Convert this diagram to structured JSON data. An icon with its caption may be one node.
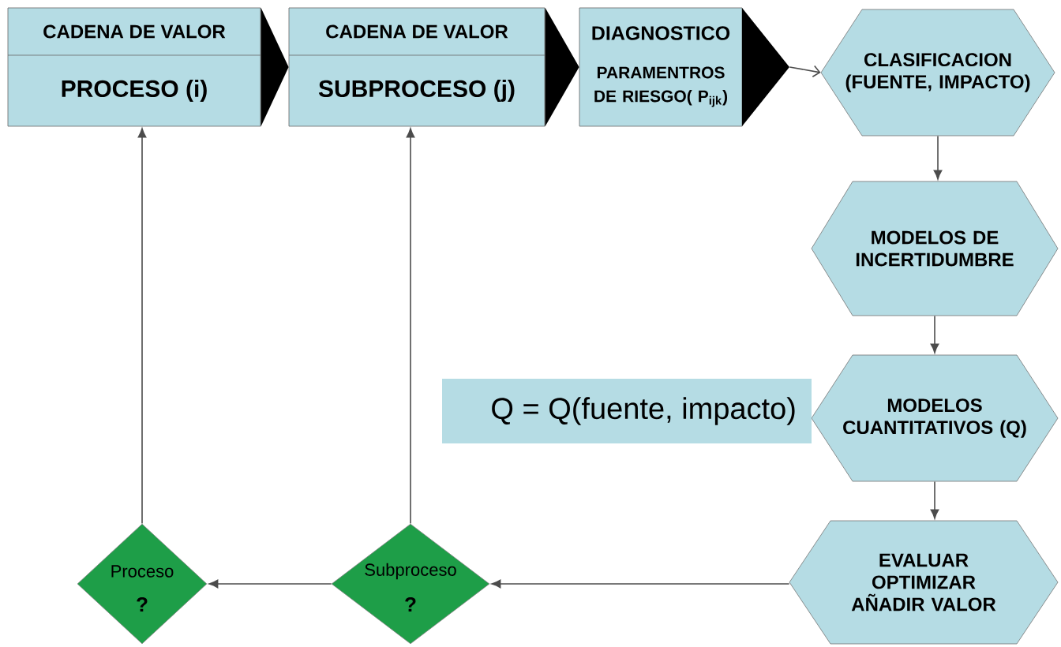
{
  "diagram": {
    "nodes": [
      {
        "text": [
          "CADENA DE VALOR",
          "PROCESO (i)"
        ]
      },
      {
        "text": [
          "CADENA DE VALOR",
          "SUBPROCESO (j)"
        ]
      },
      {
        "text": [
          "DIAGNOSTICO",
          "PARAMENTROS DE RIESGO( P$_{ijk}$)"
        ]
      },
      {
        "text": [
          "CLASIFICACION (FUENTE, IMPACTO)"
        ]
      },
      {
        "text": [
          "MODELOS DE INCERTIDUMBRE"
        ]
      },
      {
        "text": [
          "MODELOS CUANTITATIVOS (Q)"
        ]
      },
      {
        "text": [
          "Q = Q(fuente, impacto)"
        ]
      },
      {
        "text": [
          "EVALUAR OPTIMIZAR AÑADIR VALOR"
        ]
      },
      {
        "text": [
          "Subproceso",
          "?"
        ]
      },
      {
        "text": [
          "Proceso",
          "?"
        ]
      }
    ],
    "edges": [
      {
        "from": 0,
        "to": 1,
        "arrow": "to",
        "style": "thick"
      },
      {
        "from": 1,
        "to": 2,
        "arrow": "to",
        "style": "thick"
      },
      {
        "from": 2,
        "to": 3,
        "arrow": "to"
      },
      {
        "from": 3,
        "to": 4,
        "arrow": "to"
      },
      {
        "from": 4,
        "to": 5,
        "arrow": "to"
      },
      {
        "from": 5,
        "to": 7,
        "arrow": "to"
      },
      {
        "from": 7,
        "to": 8,
        "arrow": "to"
      },
      {
        "from": 8,
        "to": 9,
        "arrow": "to"
      },
      {
        "from": 8,
        "to": 1,
        "arrow": "to"
      },
      {
        "from": 9,
        "to": 0,
        "arrow": "to"
      }
    ]
  }
}
